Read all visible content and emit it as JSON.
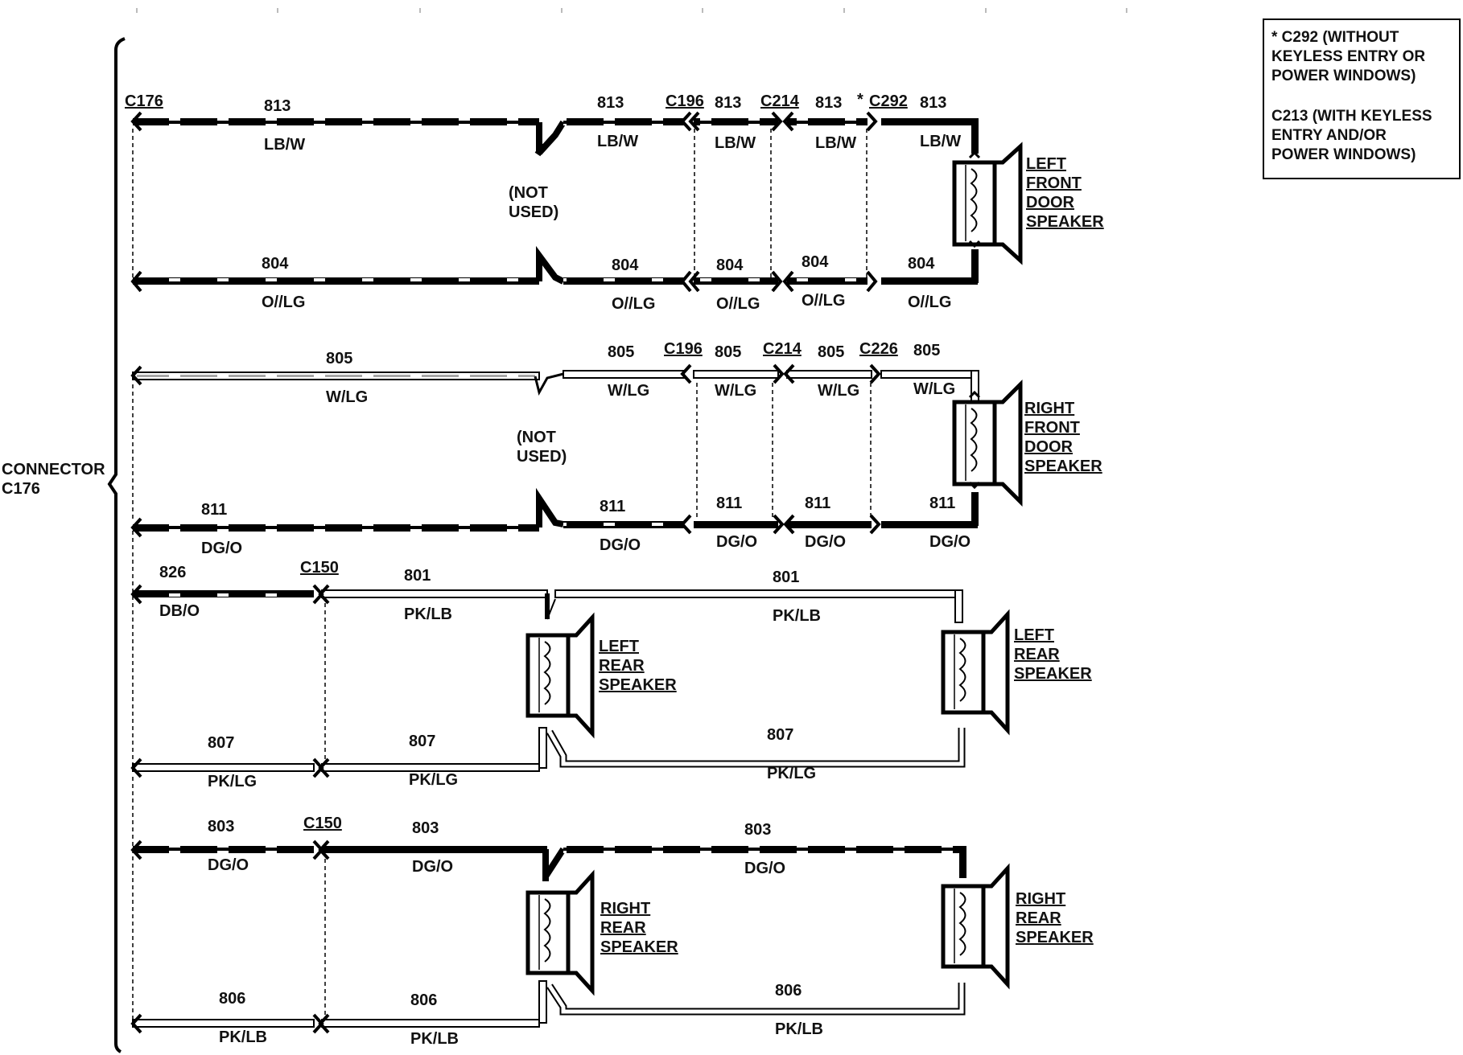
{
  "main_connector": {
    "line1": "CONNECTOR",
    "line2": "C176"
  },
  "legend": {
    "lines": [
      "* C292 (WITHOUT",
      "KEYLESS ENTRY OR",
      "POWER WINDOWS)",
      "C213 (WITH KEYLESS",
      "ENTRY AND/OR",
      "POWER WINDOWS)"
    ]
  },
  "connectors": {
    "c176": "C176",
    "c196_a": "C196",
    "c214_a": "C214",
    "c292": "C292",
    "c292_star": "*",
    "c196_b": "C196",
    "c214_b": "C214",
    "c226": "C226",
    "c150_a": "C150",
    "c150_b": "C150"
  },
  "not_used": {
    "line1": "(NOT",
    "line2": "USED)"
  },
  "speakers": {
    "left_front": [
      "LEFT",
      "FRONT",
      "DOOR",
      "SPEAKER"
    ],
    "right_front": [
      "RIGHT",
      "FRONT",
      "DOOR",
      "SPEAKER"
    ],
    "left_rear_a": [
      "LEFT",
      "REAR",
      "SPEAKER"
    ],
    "left_rear_b": [
      "LEFT",
      "REAR",
      "SPEAKER"
    ],
    "right_rear_a": [
      "RIGHT",
      "REAR",
      "SPEAKER"
    ],
    "right_rear_b": [
      "RIGHT",
      "REAR",
      "SPEAKER"
    ]
  },
  "wires": {
    "w813": {
      "circuit": "813",
      "color": "LB/W"
    },
    "w804": {
      "circuit": "804",
      "color": "O//LG"
    },
    "w805": {
      "circuit": "805",
      "color": "W/LG"
    },
    "w811": {
      "circuit": "811",
      "color": "DG/O"
    },
    "w826": {
      "circuit": "826",
      "color": "DB/O"
    },
    "w801": {
      "circuit": "801",
      "color": "PK/LB"
    },
    "w807": {
      "circuit": "807",
      "color": "PK/LG"
    },
    "w803": {
      "circuit": "803",
      "color": "DG/O"
    },
    "w806": {
      "circuit": "806",
      "color": "PK/LB"
    }
  }
}
